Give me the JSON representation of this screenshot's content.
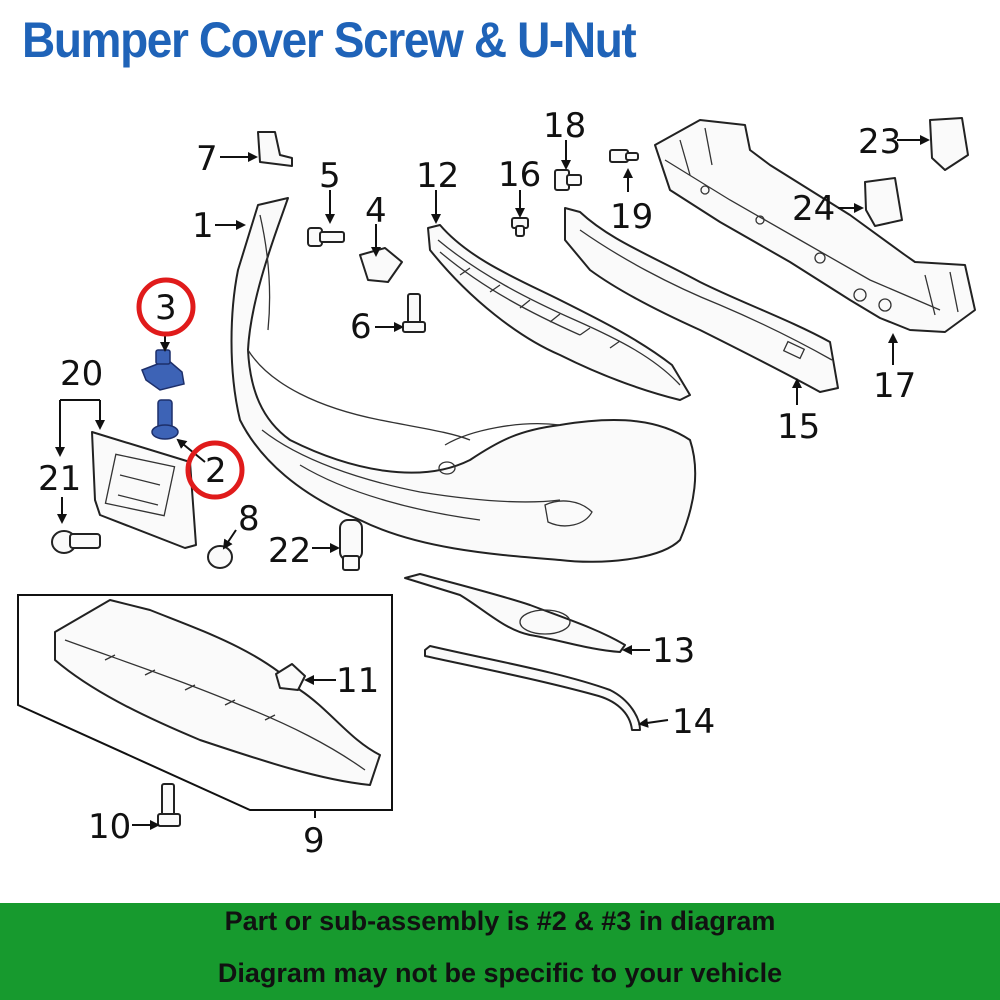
{
  "title": "Bumper Cover Screw & U-Nut",
  "footer": {
    "line1": "Part or sub-assembly is #2 & #3 in diagram",
    "line2": "Diagram may not be specific to your vehicle"
  },
  "callouts": {
    "c1": "1",
    "c2": "2",
    "c3": "3",
    "c4": "4",
    "c5": "5",
    "c6": "6",
    "c7": "7",
    "c8": "8",
    "c9": "9",
    "c10": "10",
    "c11": "11",
    "c12": "12",
    "c13": "13",
    "c14": "14",
    "c15": "15",
    "c16": "16",
    "c17": "17",
    "c18": "18",
    "c19": "19",
    "c20": "20",
    "c21": "21",
    "c22": "22",
    "c23": "23",
    "c24": "24"
  },
  "colors": {
    "title": "#1f63b8",
    "footer_bg": "#179a2e",
    "highlight_ring": "#e01b1b",
    "highlight_part": "#3d63b6"
  }
}
